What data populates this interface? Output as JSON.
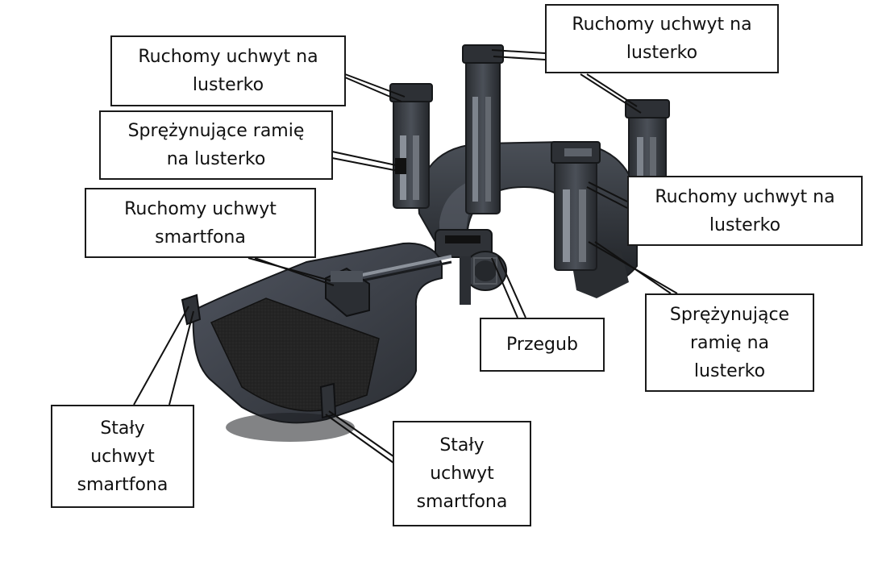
{
  "labels": {
    "top_left_holder": {
      "line1": "Ruchomy uchwyt na",
      "line2": "lusterko"
    },
    "top_right_holder": {
      "line1": "Ruchomy uchwyt na",
      "line2": "lusterko"
    },
    "spring_arm_left": {
      "line1": "Sprężynujące ramię",
      "line2": "na lusterko"
    },
    "phone_holder_movable": {
      "line1": "Ruchomy uchwyt",
      "line2": "smartfona"
    },
    "right_holder": {
      "line1": "Ruchomy uchwyt na",
      "line2": "lusterko"
    },
    "joint": {
      "line1": "Przegub"
    },
    "spring_arm_right": {
      "line1": "Sprężynujące",
      "line2": "ramię na",
      "line3": "lusterko"
    },
    "fixed_holder_left": {
      "line1": "Stały",
      "line2": "uchwyt",
      "line3": "smartfona"
    },
    "fixed_holder_bottom": {
      "line1": "Stały",
      "line2": "uchwyt",
      "line3": "smartfona"
    }
  },
  "colors": {
    "plastic_dark": "#2b2e33",
    "plastic_mid": "#3c4047",
    "plastic_light": "#5a5f68",
    "pad": "#222222",
    "leader_line": "#111111",
    "box_border": "#1a1a1a"
  }
}
